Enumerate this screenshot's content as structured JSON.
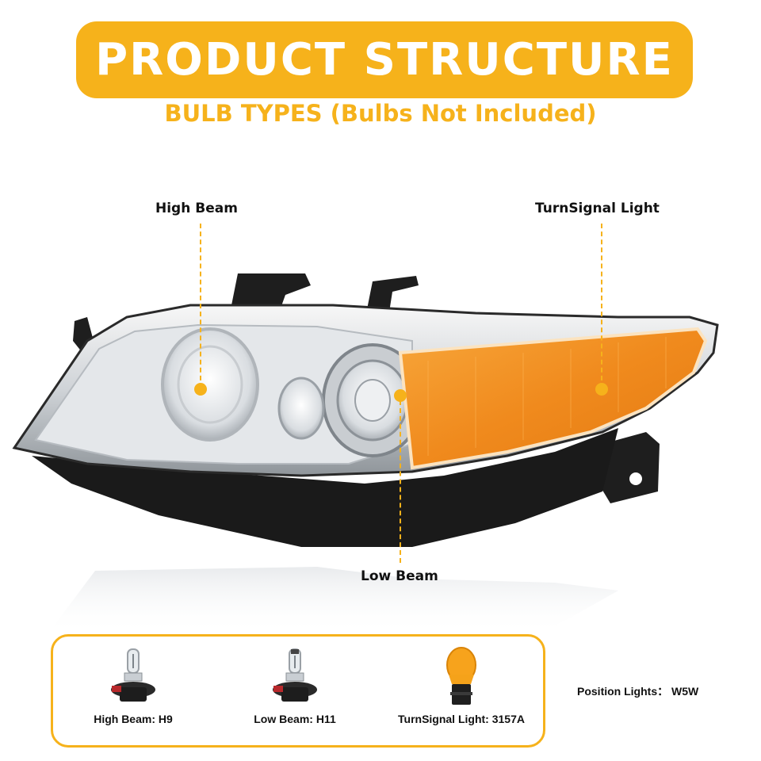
{
  "header": {
    "title": "PRODUCT STRUCTURE",
    "subtitle": "BULB TYPES (Bulbs Not Included)"
  },
  "callouts": {
    "high_beam": "High Beam",
    "turn_signal": "TurnSignal Light",
    "low_beam": "Low Beam"
  },
  "bulbs": [
    {
      "label": "High Beam: H9",
      "icon": "h9-bulb-icon"
    },
    {
      "label": "Low Beam: H11",
      "icon": "h11-bulb-icon"
    },
    {
      "label": "TurnSignal Light: 3157A",
      "icon": "3157a-amber-bulb-icon"
    }
  ],
  "position_lights": "Position Lights：  W5W",
  "colors": {
    "accent": "#f6b21b",
    "amber_lens": "#f39a2a"
  }
}
